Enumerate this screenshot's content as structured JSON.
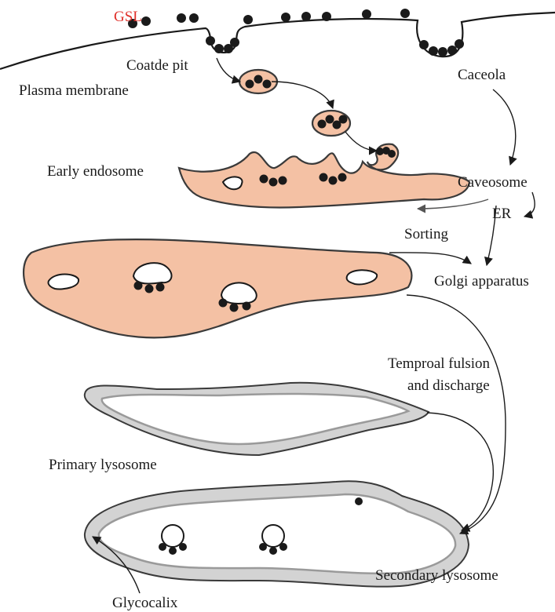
{
  "labels": {
    "gsl": "GSL",
    "coated_pit": "Coatde pit",
    "plasma_membrane": "Plasma membrane",
    "caveola": "Caceola",
    "early_endosome": "Early endosome",
    "caveosome": "Caveosome",
    "er": "ER",
    "sorting": "Sorting",
    "golgi": "Golgi apparatus",
    "temporal_line1": "Temproal fulsion",
    "temporal_line2": "and discharge",
    "primary_lysosome": "Primary lysosome",
    "secondary_lysosome": "Secondary lysosome",
    "glycocalix": "Glycocalix"
  },
  "colors": {
    "gsl_label": "#e0302a",
    "endosome_fill": "#f4c1a4",
    "lysosome_fill": "#d3d3d3",
    "lysosome_inner_line": "#9a9a9a",
    "gsl_dot": "#1a1a1a"
  }
}
